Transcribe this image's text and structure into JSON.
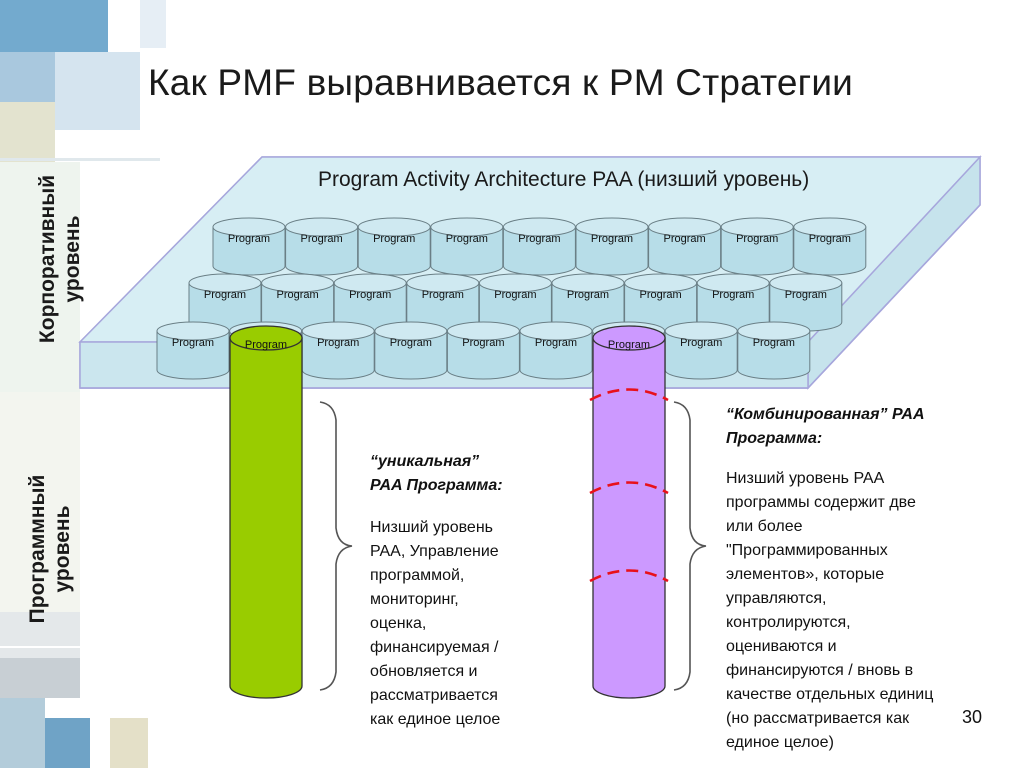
{
  "slide": {
    "title": "Как PMF выравнивается к PM Стратегии",
    "page_number": "30"
  },
  "side_labels": {
    "corporate": [
      "Корпоративный",
      "уровень"
    ],
    "program": [
      "Программный",
      "уровень"
    ]
  },
  "paa": {
    "title": "Program Activity Architecture PAA (низший уровень)",
    "cell_label": "Program",
    "rows": [
      9,
      9,
      9
    ]
  },
  "unique_program": {
    "column_label": "Program",
    "heading": "“уникальная”\nPAA Программа:",
    "body": "Низший уровень\nPAA, Управление\nпрограммой,\nмониторинг,\nоценка,\nфинансируемая /\nобновляется и\nрассматривается\nкак единое целое",
    "color": "#99cc00"
  },
  "combined_program": {
    "column_label": "Program",
    "heading": "“Комбинированная” PAA\nПрограмма:",
    "body": "Низший уровень PAA\nпрограммы содержит две\nили более\n\"Программированных\nэлементов», которые\nуправляются,\nконтролируются,\nоцениваются и\nфинансируются / вновь в\nкачестве отдельных единиц\n(но рассматривается как\nединое целое)",
    "color": "#cc99ff"
  }
}
